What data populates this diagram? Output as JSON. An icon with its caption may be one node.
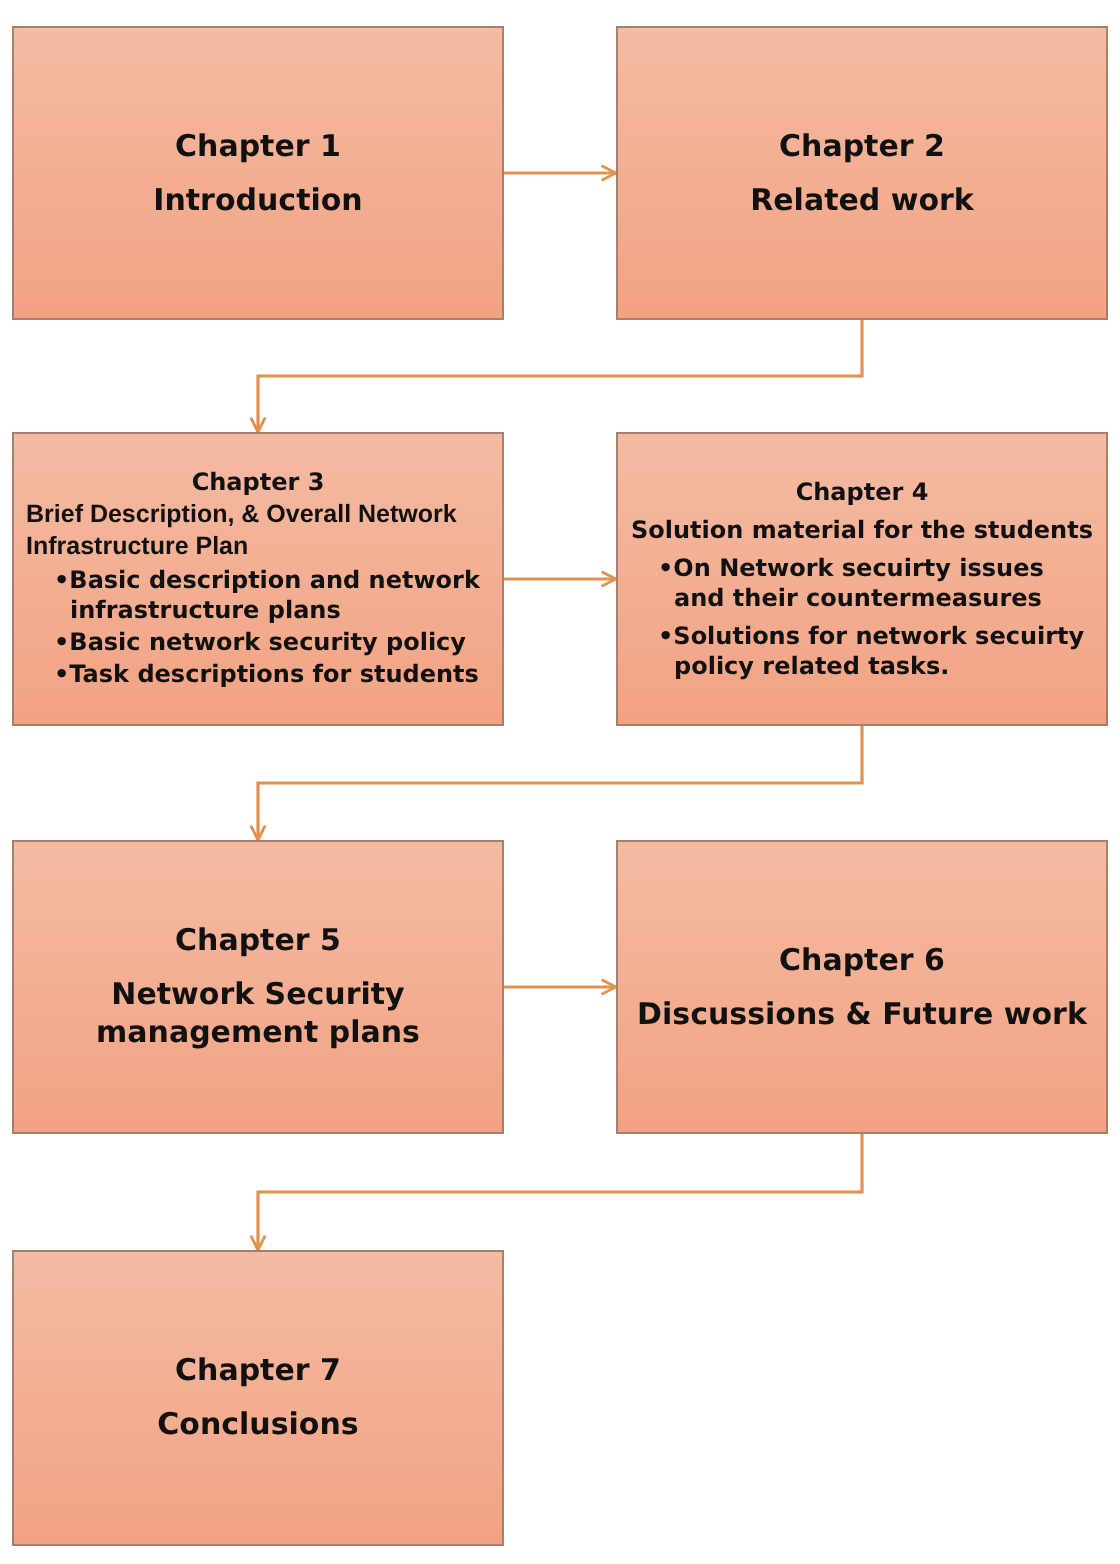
{
  "diagram": {
    "nodes": [
      {
        "text": [
          "Chapter 1",
          "Introduction"
        ]
      },
      {
        "text": [
          "Chapter 2",
          "Related work"
        ]
      },
      {
        "text": [
          "Chapter 3",
          "Brief Description, & Overall Network Infrastructure Plan",
          "•Basic description and network infrastructure plans",
          "•Basic network security policy",
          "•Task descriptions for students"
        ]
      },
      {
        "text": [
          "Chapter 4",
          "Solution material for the students",
          "•On Network secuirty issues and their countermeasures",
          "•Solutions for network secuirty policy related tasks."
        ]
      },
      {
        "text": [
          "Chapter 5",
          "Network Security management plans"
        ]
      },
      {
        "text": [
          "Chapter 6",
          "Discussions & Future work"
        ]
      },
      {
        "text": [
          "Chapter 7",
          "Conclusions"
        ]
      }
    ],
    "edges": [
      {
        "from": 0,
        "to": 1,
        "arrow": "to"
      },
      {
        "from": 1,
        "to": 2,
        "arrow": "to"
      },
      {
        "from": 2,
        "to": 3,
        "arrow": "to"
      },
      {
        "from": 3,
        "to": 4,
        "arrow": "to"
      },
      {
        "from": 4,
        "to": 5,
        "arrow": "to"
      },
      {
        "from": 5,
        "to": 6,
        "arrow": "to"
      }
    ]
  }
}
